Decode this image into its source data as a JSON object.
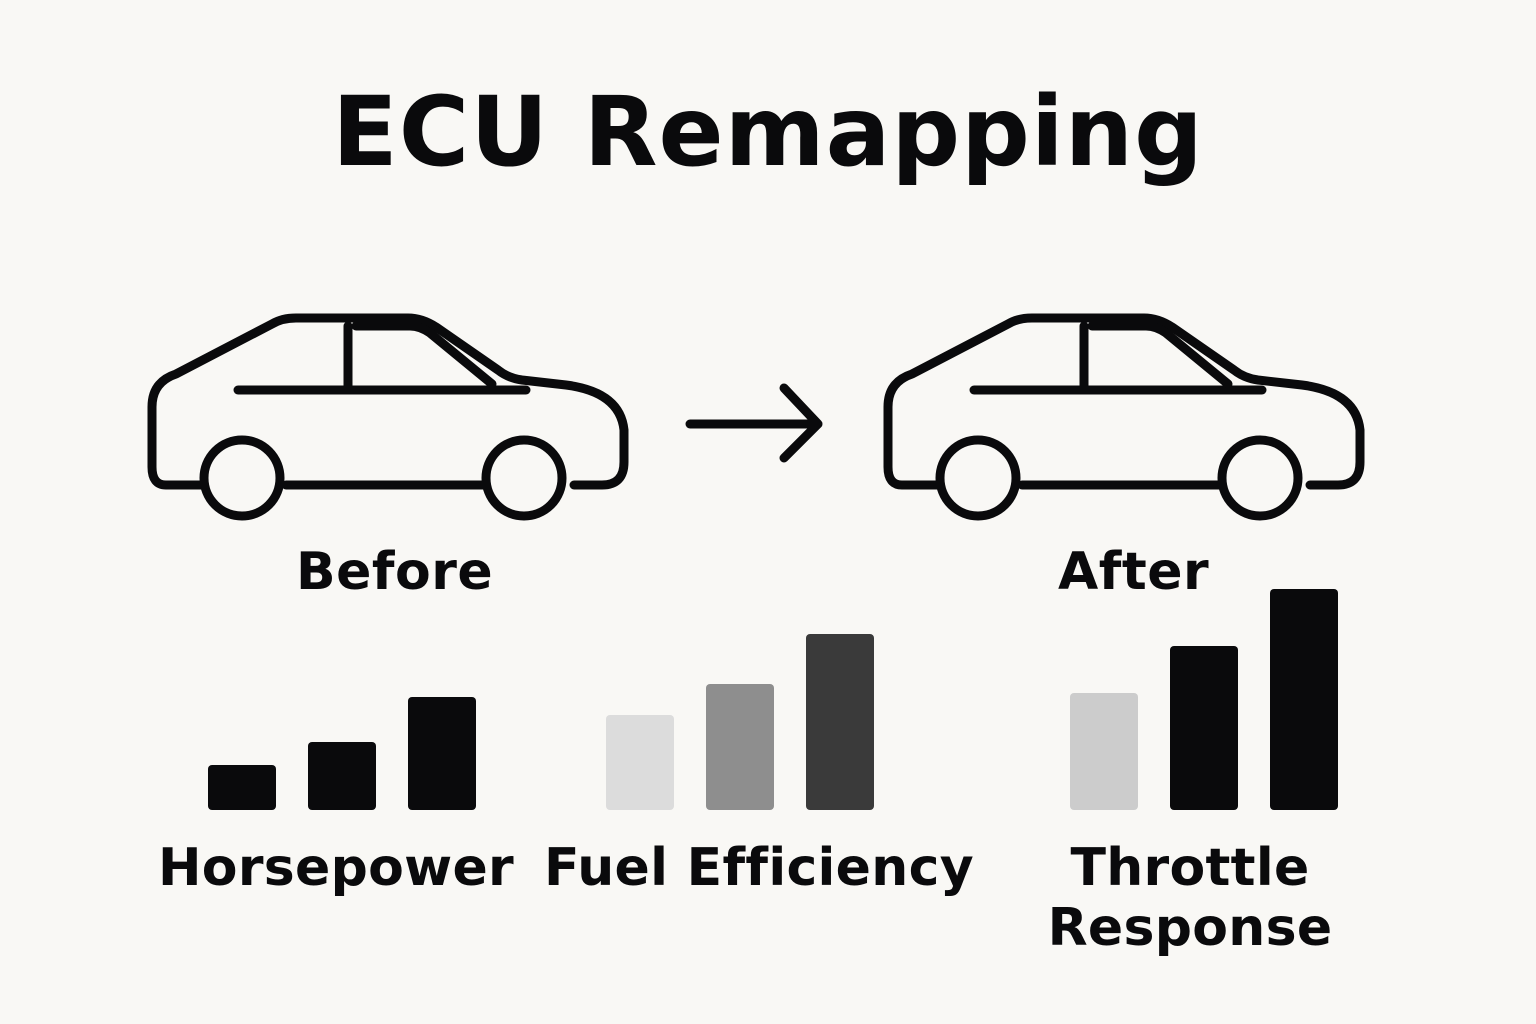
{
  "title": "ECU Remapping",
  "comparison": {
    "before_label": "Before",
    "after_label": "After",
    "before_icon": "car-outline-icon",
    "after_icon": "car-outline-icon",
    "arrow_icon": "arrow-right-icon"
  },
  "metrics": [
    {
      "label_lines": [
        "Horsepower"
      ],
      "levels": [
        0.2,
        0.3,
        0.5
      ],
      "colors": [
        "#0a0a0c",
        "#0a0a0c",
        "#0a0a0c"
      ]
    },
    {
      "label_lines": [
        "Fuel Efficiency"
      ],
      "levels": [
        0.42,
        0.56,
        0.78
      ],
      "colors": [
        "#dcdcdc",
        "#8e8e8e",
        "#3a3a3a"
      ]
    },
    {
      "label_lines": [
        "Throttle",
        "Response"
      ],
      "levels": [
        0.52,
        0.73,
        0.98
      ],
      "colors": [
        "#cccccc",
        "#0a0a0c",
        "#0a0a0c"
      ]
    }
  ]
}
